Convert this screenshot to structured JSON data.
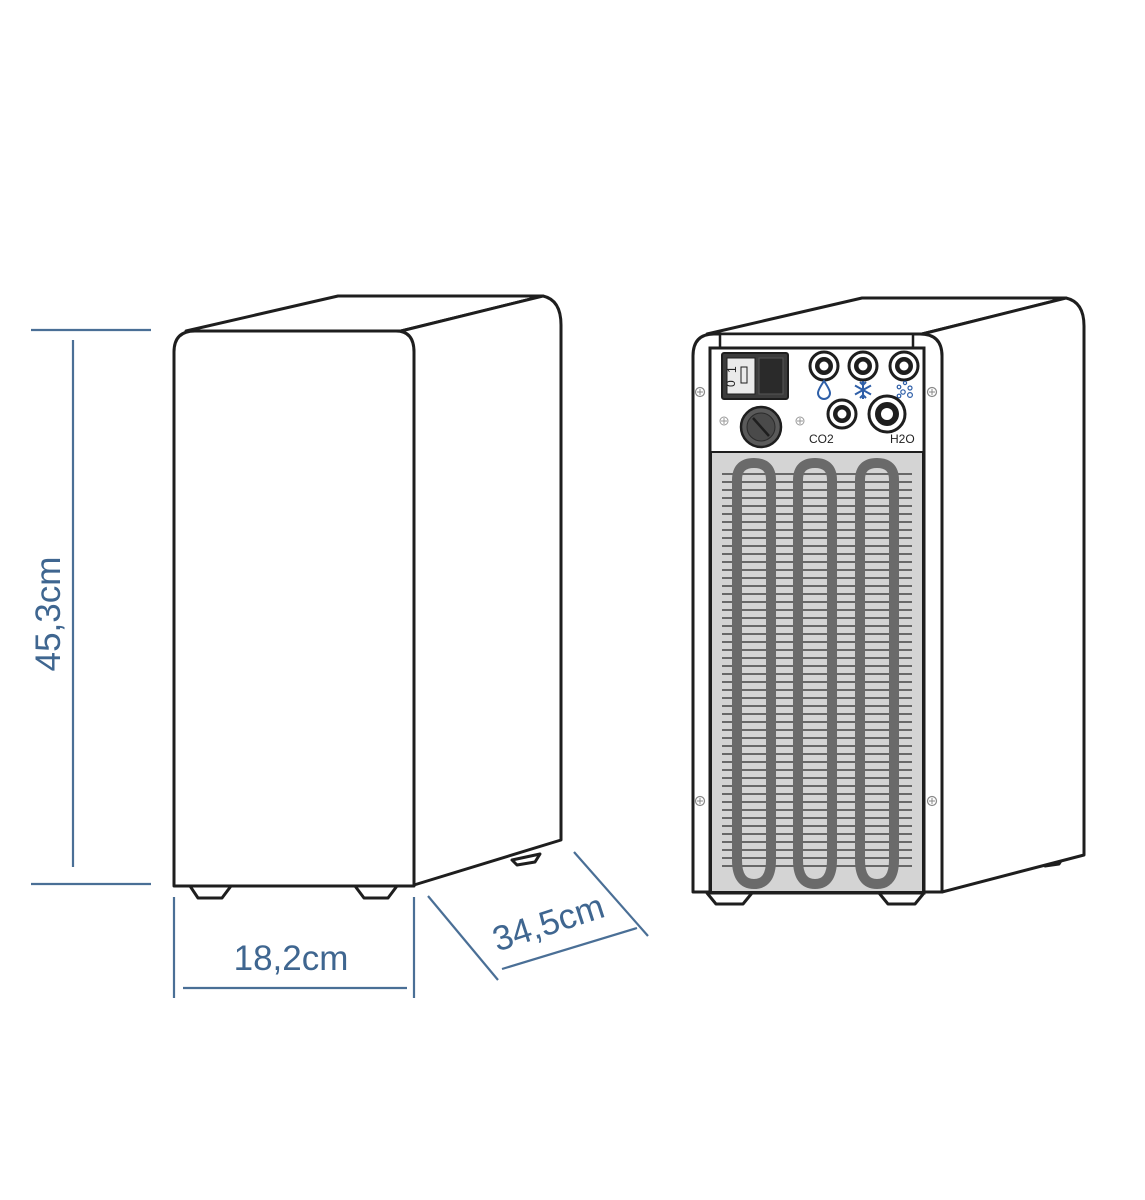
{
  "dimensions": {
    "height": "45,3cm",
    "width": "18,2cm",
    "depth": "34,5cm"
  },
  "rear_panel": {
    "switch_labels": [
      "0",
      "1"
    ],
    "port_labels": [
      "CO2",
      "H2O"
    ],
    "icons": [
      "water-drop-icon",
      "snowflake-icon",
      "bubbles-icon"
    ]
  },
  "colors": {
    "dimension": "#4a6f96",
    "outline": "#1e1e1e",
    "icon": "#2e5fa8",
    "grille": "#d4d4d4"
  }
}
